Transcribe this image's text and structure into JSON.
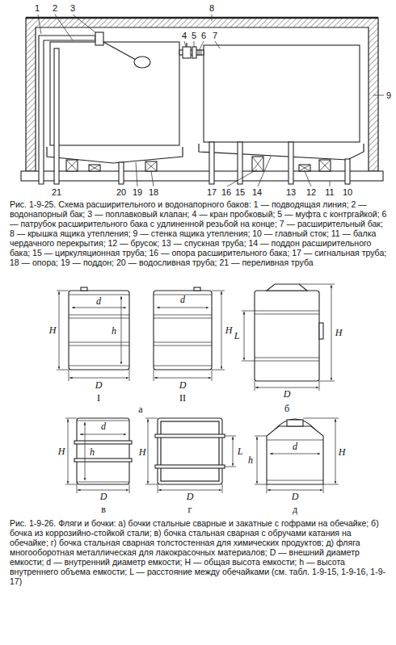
{
  "diagram": {
    "labels": [
      "1",
      "2",
      "3",
      "4",
      "5",
      "6",
      "7",
      "8",
      "9",
      "21",
      "20",
      "19",
      "18",
      "17",
      "16",
      "15",
      "14",
      "13",
      "12",
      "11",
      "10",
      "Рис. 1-9-25. Схема расширительного и водонапорного баков: 1 — подводящая линия; 2 — водонапорный бак; 3 — поплавковый клапан; 4 — кран пробковый; 5 — муфта с контргайкой; 6 — патрубок расширительного бака с удлиненной резьбой на конце; 7 — расширительный бак; 8 — крышка ящика утепления; 9 — стенка ящика утепления; 10 — главный сток; 11 — балка чердачного перекрытия; 12 — брусок; 13 — спускная труба; 14 — поддон расширительного бака; 15 — циркуляционная труба; 16 — опора расширительного бака; 17 — сигнальная труба; 18 — опора; 19 — поддон; 20 — водосливная труба; 21 — переливная труба",
      "d",
      "h",
      "H",
      "D",
      "d",
      "H",
      "D",
      "I",
      "II",
      "а",
      "H",
      "L",
      "D",
      "б",
      "h",
      "H",
      "d",
      "D",
      "в",
      "H",
      "L",
      "D",
      "г",
      "d",
      "H",
      "h",
      "D",
      "д",
      "Рис. 1-9-26. Фляги и бочки: а) бочки стальные сварные и закатные с гофрами на обечайке; б) бочка из коррозийно-стойкой стали; в) бочка стальная сварная с обручами катания на обечайке; г) бочка стальная сварная толстостенная для химических продуктов; д) фляга многооборотная металлическая для лакокрасочных материалов; D — внешний диаметр емкости; d — внутренний диаметр емкости; H — общая высота емкости; h — высота внутреннего объема емкости; L — расстояние между обечайками (см. табл. 1-9-15, 1-9-16, 1-9-17)"
    ]
  }
}
